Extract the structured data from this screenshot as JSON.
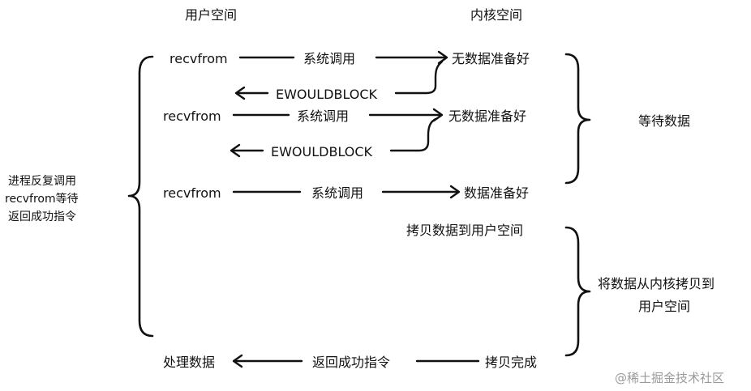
{
  "headers": {
    "user_space": "用户空间",
    "kernel_space": "内核空间"
  },
  "rows": [
    {
      "left": "recvfrom",
      "mid": "系统调用",
      "right": "无数据准备好"
    },
    {
      "mid": "EWOULDBLOCK"
    },
    {
      "left": "recvfrom",
      "mid": "系统调用",
      "right": "无数据准备好"
    },
    {
      "mid": "EWOULDBLOCK"
    },
    {
      "left": "recvfrom",
      "mid": "系统调用",
      "right": "数据准备好"
    },
    {
      "right": "拷贝数据到用户空间"
    },
    {
      "left": "处理数据",
      "mid": "返回成功指令",
      "right": "拷贝完成"
    }
  ],
  "side_left": {
    "line1": "进程反复调用",
    "line2": "recvfrom等待",
    "line3": "返回成功指令"
  },
  "side_right_wait": "等待数据",
  "side_right_copy": {
    "line1": "将数据从内核拷贝到",
    "line2": "用户空间"
  },
  "watermark": "@稀土掘金技术社区"
}
